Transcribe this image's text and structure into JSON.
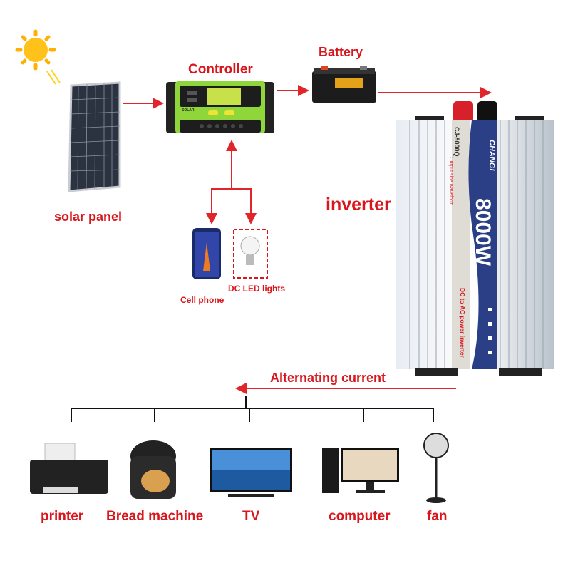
{
  "labels": {
    "solar_panel": "solar panel",
    "controller": "Controller",
    "battery": "Battery",
    "inverter": "inverter",
    "cell_phone": "Cell phone",
    "dc_led_lights": "DC LED lights",
    "alternating_current": "Alternating current",
    "printer": "printer",
    "bread_machine": "Bread machine",
    "tv": "TV",
    "computer": "computer",
    "fan": "fan"
  },
  "inverter_device": {
    "model": "CJ-8000Q",
    "waveform": "Output sine waveform",
    "brand": "CHANGI",
    "power": "8000W",
    "description": "DC to AC power inverter"
  },
  "controller_device": {
    "brand": "SOLAR"
  },
  "colors": {
    "arrow": "#e0262b",
    "label": "#d8161c",
    "tree": "#111111",
    "controller_green": "#8ed63a",
    "inverter_blue": "#2a3f86"
  }
}
